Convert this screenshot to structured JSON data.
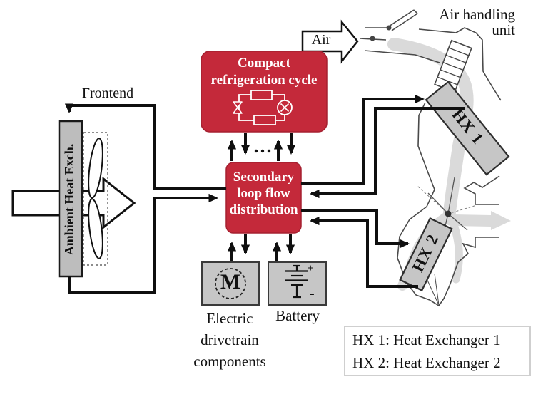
{
  "figure_type": "thermal-management-system-diagram",
  "annotations": {
    "frontend": "Frontend",
    "air": "Air",
    "air_handling_line1": "Air handling",
    "air_handling_line2": "unit"
  },
  "nodes": {
    "compact_refrigeration_cycle": {
      "line1": "Compact",
      "line2": "refrigeration cycle"
    },
    "secondary_loop": {
      "line1": "Secondary",
      "line2": "loop flow",
      "line3": "distribution"
    },
    "ambient_heat_exchanger": {
      "label": "Ambient Heat Exch."
    },
    "electric_drivetrain": {
      "symbol": "M",
      "caption_line1": "Electric",
      "caption_line2": "drivetrain",
      "caption_line3": "components"
    },
    "battery": {
      "caption": "Battery",
      "plus": "+",
      "minus": "-"
    },
    "hx1": {
      "label": "HX 1"
    },
    "hx2": {
      "label": "HX 2"
    }
  },
  "legend": {
    "line1": "HX 1: Heat Exchanger 1",
    "line2": "HX 2: Heat Exchanger 2"
  },
  "icons": {
    "fan": "two-blade axial fan ellipses",
    "expansion_valve": "bowtie valve",
    "compressor": "circle with pinwheel",
    "motor": "circle with M",
    "battery_cell": "long-short plate stack with + and -",
    "blower": "hub dot with radiating spokes",
    "damper": "hinged flap with pivot dot",
    "louver": "slatted grille",
    "air_block_arrow": "hollow right arrow",
    "airflow": "thick light gray arrow"
  },
  "colors": {
    "accent_red": "#c4293a",
    "component_gray": "#c6c6c6",
    "airflow_gray": "#dadada",
    "line_black": "#0f0f0f",
    "duct_outline": "#4a4a4a"
  }
}
